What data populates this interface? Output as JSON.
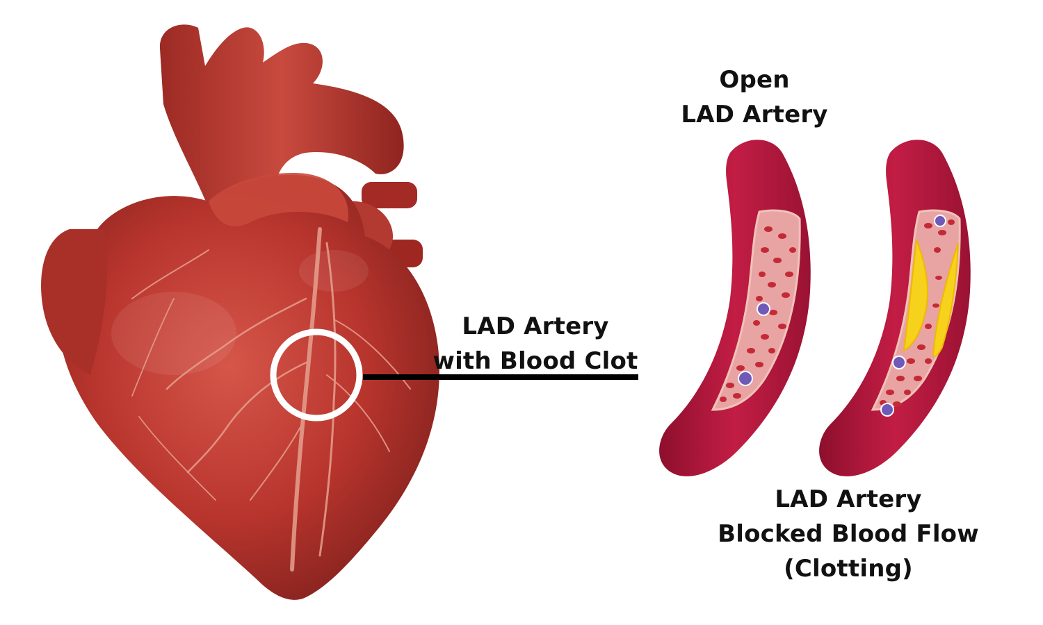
{
  "labels": {
    "open_artery": {
      "line1": "Open",
      "line2": "LAD Artery"
    },
    "clot_callout": {
      "line1": "LAD Artery",
      "line2": "with Blood Clot"
    },
    "blocked_artery": {
      "line1": "LAD Artery",
      "line2": "Blocked Blood Flow",
      "line3": "(Clotting)"
    }
  },
  "colors": {
    "heart_main": "#b8352d",
    "heart_dark": "#7e1f1c",
    "heart_light": "#d8564a",
    "artery_wall": "#b5173b",
    "artery_wall_dark": "#8e0f2d",
    "artery_lumen": "#e8a0a0",
    "red_cell": "#c42a36",
    "white_cell": "#6f5ab8",
    "plaque": "#f6d21c",
    "callout_line": "#000000",
    "callout_circle": "#ffffff"
  }
}
